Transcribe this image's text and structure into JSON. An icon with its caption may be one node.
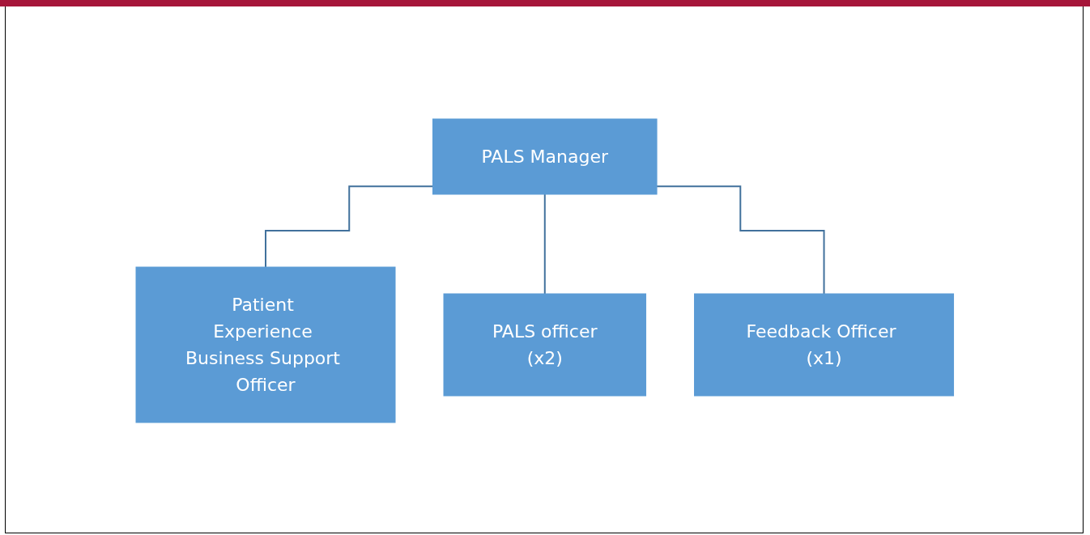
{
  "diagram": {
    "nodes": [
      {
        "text": [
          "PALS Manager"
        ]
      },
      {
        "text": [
          "Patient Experience Business Support Officer"
        ]
      },
      {
        "text": [
          "PALS officer",
          "(x2)"
        ]
      },
      {
        "text": [
          "Feedback Officer (x1)"
        ]
      }
    ],
    "edges": [
      {
        "from": 0,
        "to": 1,
        "arrow": "none"
      },
      {
        "from": 0,
        "to": 2,
        "arrow": "none"
      },
      {
        "from": 0,
        "to": 3,
        "arrow": "none"
      }
    ]
  }
}
